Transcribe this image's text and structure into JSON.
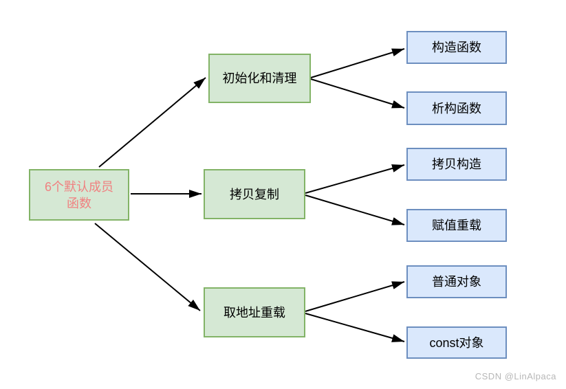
{
  "diagram": {
    "title_meaning": "6 default member functions mind map",
    "root": {
      "line1": "6个默认成员",
      "line2": "函数"
    },
    "branches": [
      {
        "label": "初始化和清理",
        "children": [
          "构造函数",
          "析构函数"
        ]
      },
      {
        "label": "拷贝复制",
        "children": [
          "拷贝构造",
          "赋值重载"
        ]
      },
      {
        "label": "取地址重载",
        "children": [
          "普通对象",
          "const对象"
        ]
      }
    ],
    "colors": {
      "green_node_fill": "#d5e8d4",
      "green_node_border": "#82b366",
      "blue_node_fill": "#dae8fc",
      "blue_node_border": "#6c8ebf",
      "root_text": "#f08080",
      "branch_leaf_text": "#000000",
      "connector": "#000000",
      "watermark": "#b7b7b7",
      "background": "#ffffff"
    },
    "watermark": {
      "text": "CSDN @LinAlpaca"
    }
  }
}
